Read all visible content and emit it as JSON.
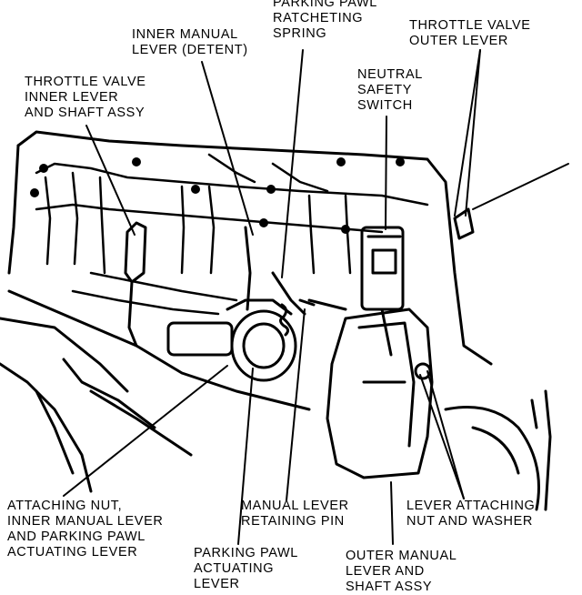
{
  "colors": {
    "ink": "#000000",
    "paper": "#ffffff"
  },
  "labels": {
    "parking_pawl_spring": [
      "PARKING PAWL",
      "RATCHETING",
      "SPRING"
    ],
    "inner_manual_lever": [
      "INNER MANUAL",
      "LEVER (DETENT)"
    ],
    "tv_outer_lever": [
      "THROTTLE VALVE",
      "OUTER LEVER"
    ],
    "tv_inner_lever": [
      "THROTTLE VALVE",
      "INNER LEVER",
      "AND SHAFT ASSY"
    ],
    "neutral_safety_switch": [
      "NEUTRAL",
      "SAFETY",
      "SWITCH"
    ],
    "attaching_nut": [
      "ATTACHING NUT,",
      "INNER MANUAL LEVER",
      "AND PARKING PAWL",
      "ACTUATING LEVER"
    ],
    "retaining_pin": [
      "MANUAL LEVER",
      "RETAINING PIN"
    ],
    "lever_attaching_nut": [
      "LEVER ATTACHING",
      "NUT AND WASHER"
    ],
    "parking_pawl_lever": [
      "PARKING PAWL",
      "ACTUATING",
      "LEVER"
    ],
    "outer_manual_lever": [
      "OUTER MANUAL",
      "LEVER AND",
      "SHAFT ASSY"
    ]
  }
}
